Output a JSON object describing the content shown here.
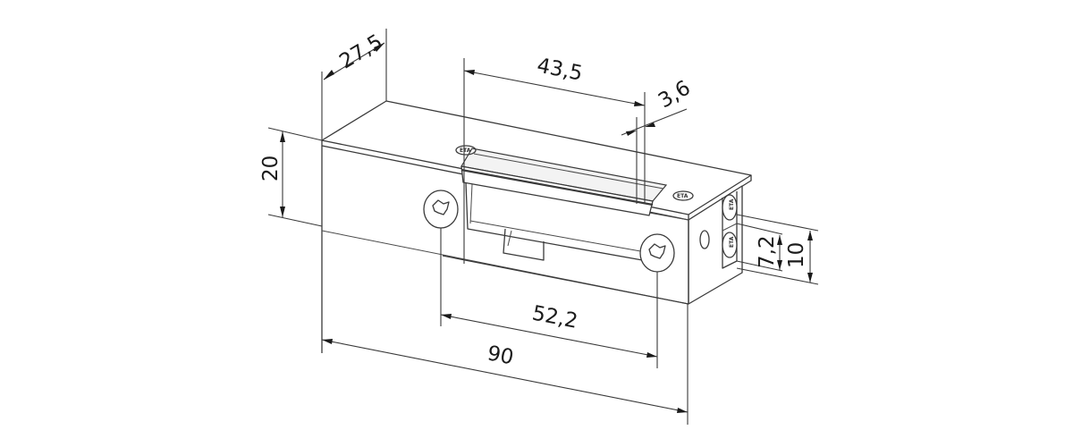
{
  "drawing": {
    "subject": "Electric door strike — isometric dimension drawing",
    "units": "mm",
    "line_color": "#3a3a3a",
    "background": "#ffffff"
  },
  "dimensions": {
    "depth": {
      "label": "27,5"
    },
    "latch_length": {
      "label": "43,5"
    },
    "latch_offset": {
      "label": "3,6"
    },
    "height": {
      "label": "20"
    },
    "screw_spacing": {
      "label": "52,2"
    },
    "total_length": {
      "label": "90"
    },
    "terminal_height_inner": {
      "label": "7,2"
    },
    "terminal_height_outer": {
      "label": "10"
    }
  },
  "markings": {
    "top_plate_left": "ETA",
    "top_plate_right": "ETA",
    "terminal_top": "ETA",
    "terminal_bottom": "ETA"
  }
}
